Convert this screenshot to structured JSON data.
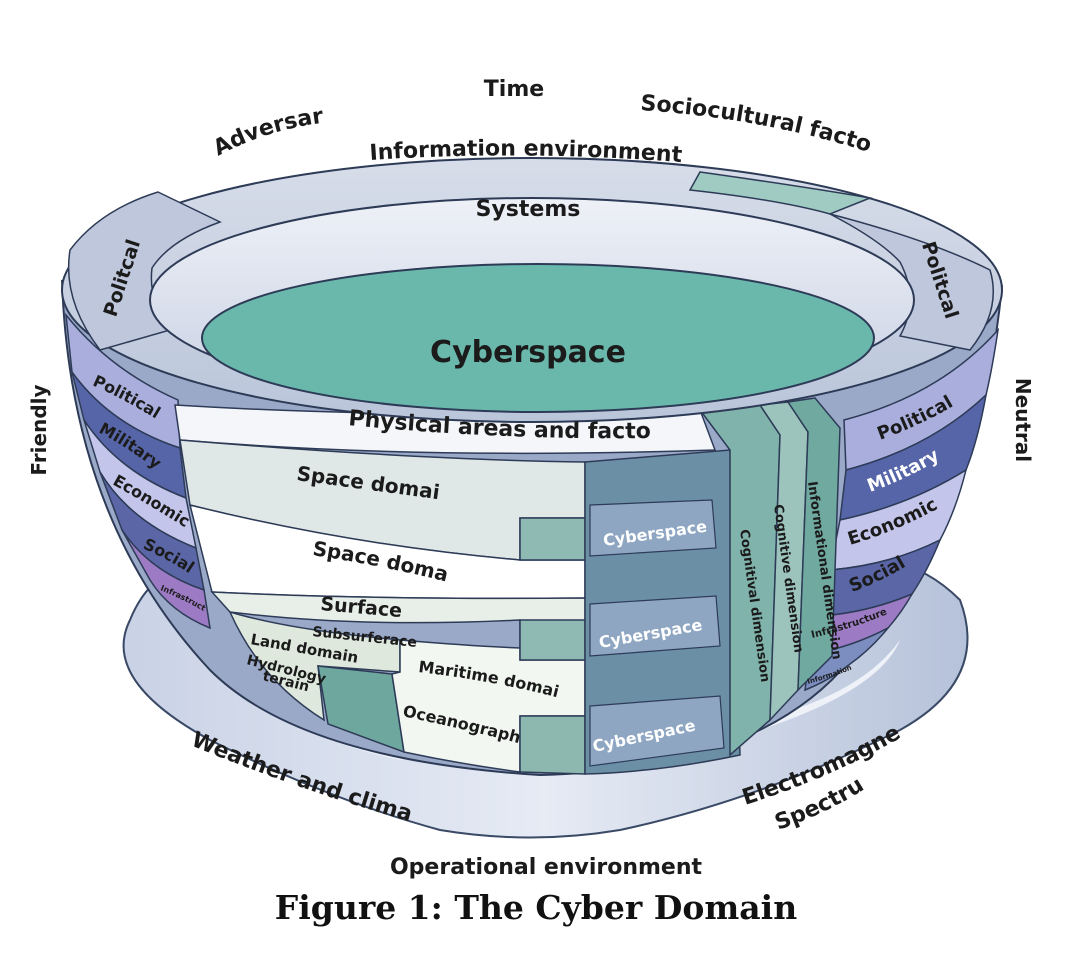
{
  "diagram": {
    "caption": "Figure 1:  The Cyber Domain",
    "outer_labels": {
      "time": "Time",
      "adversary": "Adversary",
      "sociocultural": "Sociocultural factors",
      "friendly": "Friendly",
      "neutral": "Neutral",
      "weather": "Weather and climate",
      "em_line1": "Electromagnetic",
      "em_line2": "Spectrum",
      "operational": "Operational environment"
    },
    "rim": {
      "information_environment": "Information environment",
      "political_left": "Politcal",
      "political_right": "Politcal"
    },
    "inner": {
      "systems": "Systems",
      "cyberspace": "Cyberspace"
    },
    "left_bands": [
      "Political",
      "Military",
      "Economic",
      "Social",
      "Infrastructure"
    ],
    "right_bands": [
      "Political",
      "Military",
      "Economic",
      "Social",
      "Infrastructure",
      "Information"
    ],
    "front": {
      "physical": "Physical areas and factors",
      "space_domain_1": "Space domain",
      "space_domain_2": "Space domain",
      "surface": "Surface",
      "subsurface": "Subsurferace",
      "land_domain": "Land domain",
      "hydrology": "Hydrology",
      "terain": "terain",
      "maritime": "Maritime domain",
      "oceanography": "Oceanography",
      "cyberspace_1": "Cyberspace",
      "cyberspace_2": "Cyberspace",
      "cyberspace_3": "Cyberspace",
      "cognitival": "Cognitival dimension",
      "cognitive": "Cognitive dimension",
      "informational": "Informational dimension"
    },
    "colors": {
      "teal": "#6ab8ac",
      "ring": "#c8d2e4",
      "cyber_column": "#6b8fa5",
      "lavender": "#a9aedc",
      "navy": "#5664a8",
      "purple": "#9c7bc4"
    }
  }
}
